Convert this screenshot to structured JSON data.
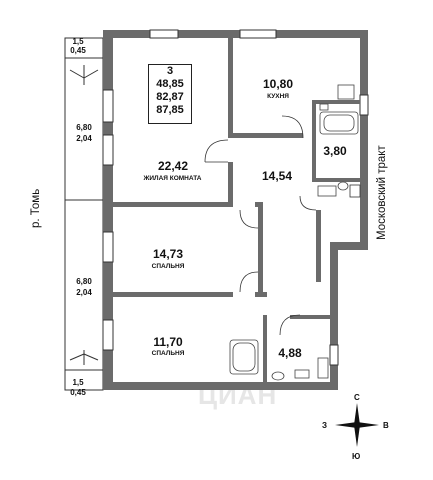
{
  "plan": {
    "summary": {
      "rooms": "3",
      "living_area": "48,85",
      "total_area": "82,87",
      "total_area_with_balcony": "87,85"
    },
    "rooms": {
      "living_room": {
        "area": "22,42",
        "name": "ЖИЛАЯ КОМНАТА"
      },
      "kitchen": {
        "area": "10,80",
        "name": "КУХНЯ"
      },
      "hall": {
        "area": "14,54"
      },
      "bathroom": {
        "area": "3,80"
      },
      "bedroom_1": {
        "area": "14,73",
        "name": "СПАЛЬНЯ"
      },
      "bedroom_2": {
        "area": "11,70",
        "name": "СПАЛЬНЯ"
      },
      "bathroom_2": {
        "area": "4,88"
      }
    },
    "balconies": {
      "top_small": {
        "a": "1,5",
        "b": "0,45"
      },
      "upper": {
        "a": "6,80",
        "b": "2,04"
      },
      "lower": {
        "a": "6,80",
        "b": "2,04"
      },
      "bottom_small": {
        "a": "1,5",
        "b": "0,45"
      }
    },
    "river_label": "р. Томь",
    "street_label": "Московский тракт",
    "compass": {
      "n": "С",
      "s": "Ю",
      "w": "З",
      "e": "В"
    },
    "watermark": "ЦИАН"
  }
}
